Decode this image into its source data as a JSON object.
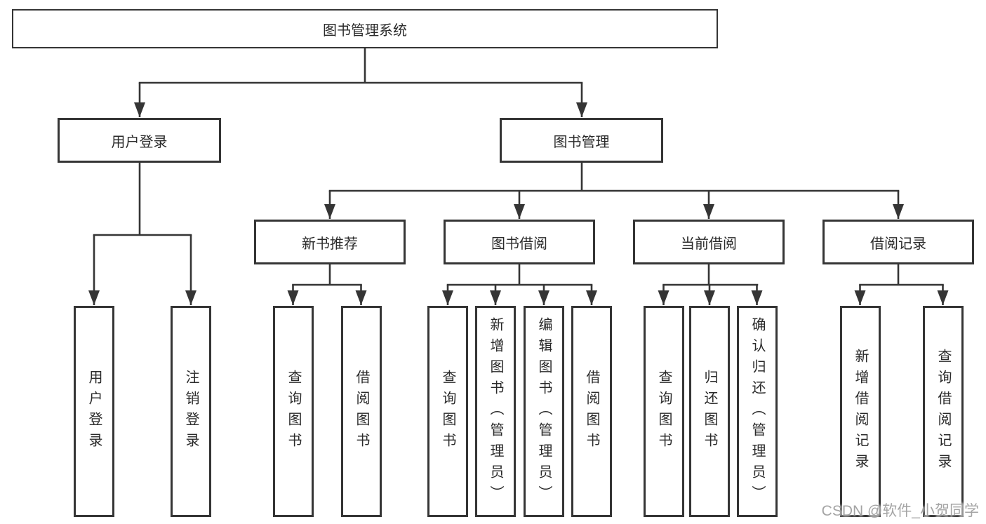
{
  "tree": {
    "root": {
      "label": "图书管理系统",
      "children": [
        {
          "label": "用户登录",
          "children": [
            {
              "label": "用户登录"
            },
            {
              "label": "注销登录"
            }
          ]
        },
        {
          "label": "图书管理",
          "children": [
            {
              "label": "新书推荐",
              "children": [
                {
                  "label": "查询图书"
                },
                {
                  "label": "借阅图书"
                }
              ]
            },
            {
              "label": "图书借阅",
              "children": [
                {
                  "label": "查询图书"
                },
                {
                  "label": "新增图书（管理员）"
                },
                {
                  "label": "编辑图书（管理员）"
                },
                {
                  "label": "借阅图书"
                }
              ]
            },
            {
              "label": "当前借阅",
              "children": [
                {
                  "label": "查询图书"
                },
                {
                  "label": "归还图书"
                },
                {
                  "label": "确认归还（管理员）"
                }
              ]
            },
            {
              "label": "借阅记录",
              "children": [
                {
                  "label": "新增借阅记录"
                },
                {
                  "label": "查询借阅记录"
                }
              ]
            }
          ]
        }
      ]
    }
  },
  "watermark": "CSDN @软件_小贺同学",
  "colors": {
    "line": "#353535",
    "box_border": "#353535",
    "text": "#2a2a2a",
    "watermark_text": "#949494",
    "background": "#ffffff"
  }
}
